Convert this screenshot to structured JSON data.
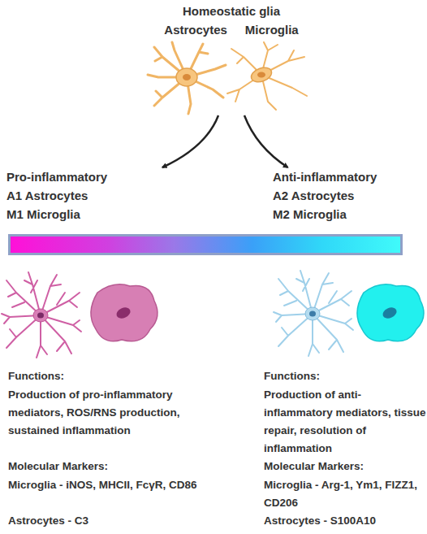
{
  "diagram": {
    "nodes": [
      {
        "text": [
          "Homeostatic glia",
          "Astrocytes",
          "Microglia"
        ]
      },
      {
        "text": [
          "Pro-inflammatory",
          "A1 Astrocytes",
          "M1 Microglia"
        ]
      },
      {
        "text": [
          "Anti-inflammatory",
          "A2 Astrocytes",
          "M2 Microglia"
        ]
      }
    ],
    "edges": [
      {
        "from": 0,
        "to": 1,
        "arrow": "to"
      },
      {
        "from": 0,
        "to": 2,
        "arrow": "to"
      }
    ],
    "labels": [
      "Functions:",
      "Production of pro-inflammatory mediators, ROS/RNS production, sustained inflammation",
      "Molecular Markers:",
      "Microglia - iNOS, MHCII, FcγR, CD86",
      "Astrocytes - C3",
      "Functions:",
      "Production of anti-inflammatory mediators, tissue repair, resolution of inflammation",
      "Molecular Markers:",
      "Microglia - Arg-1, Ym1, FIZZ1, CD206",
      "Astrocytes - S100A10"
    ]
  }
}
